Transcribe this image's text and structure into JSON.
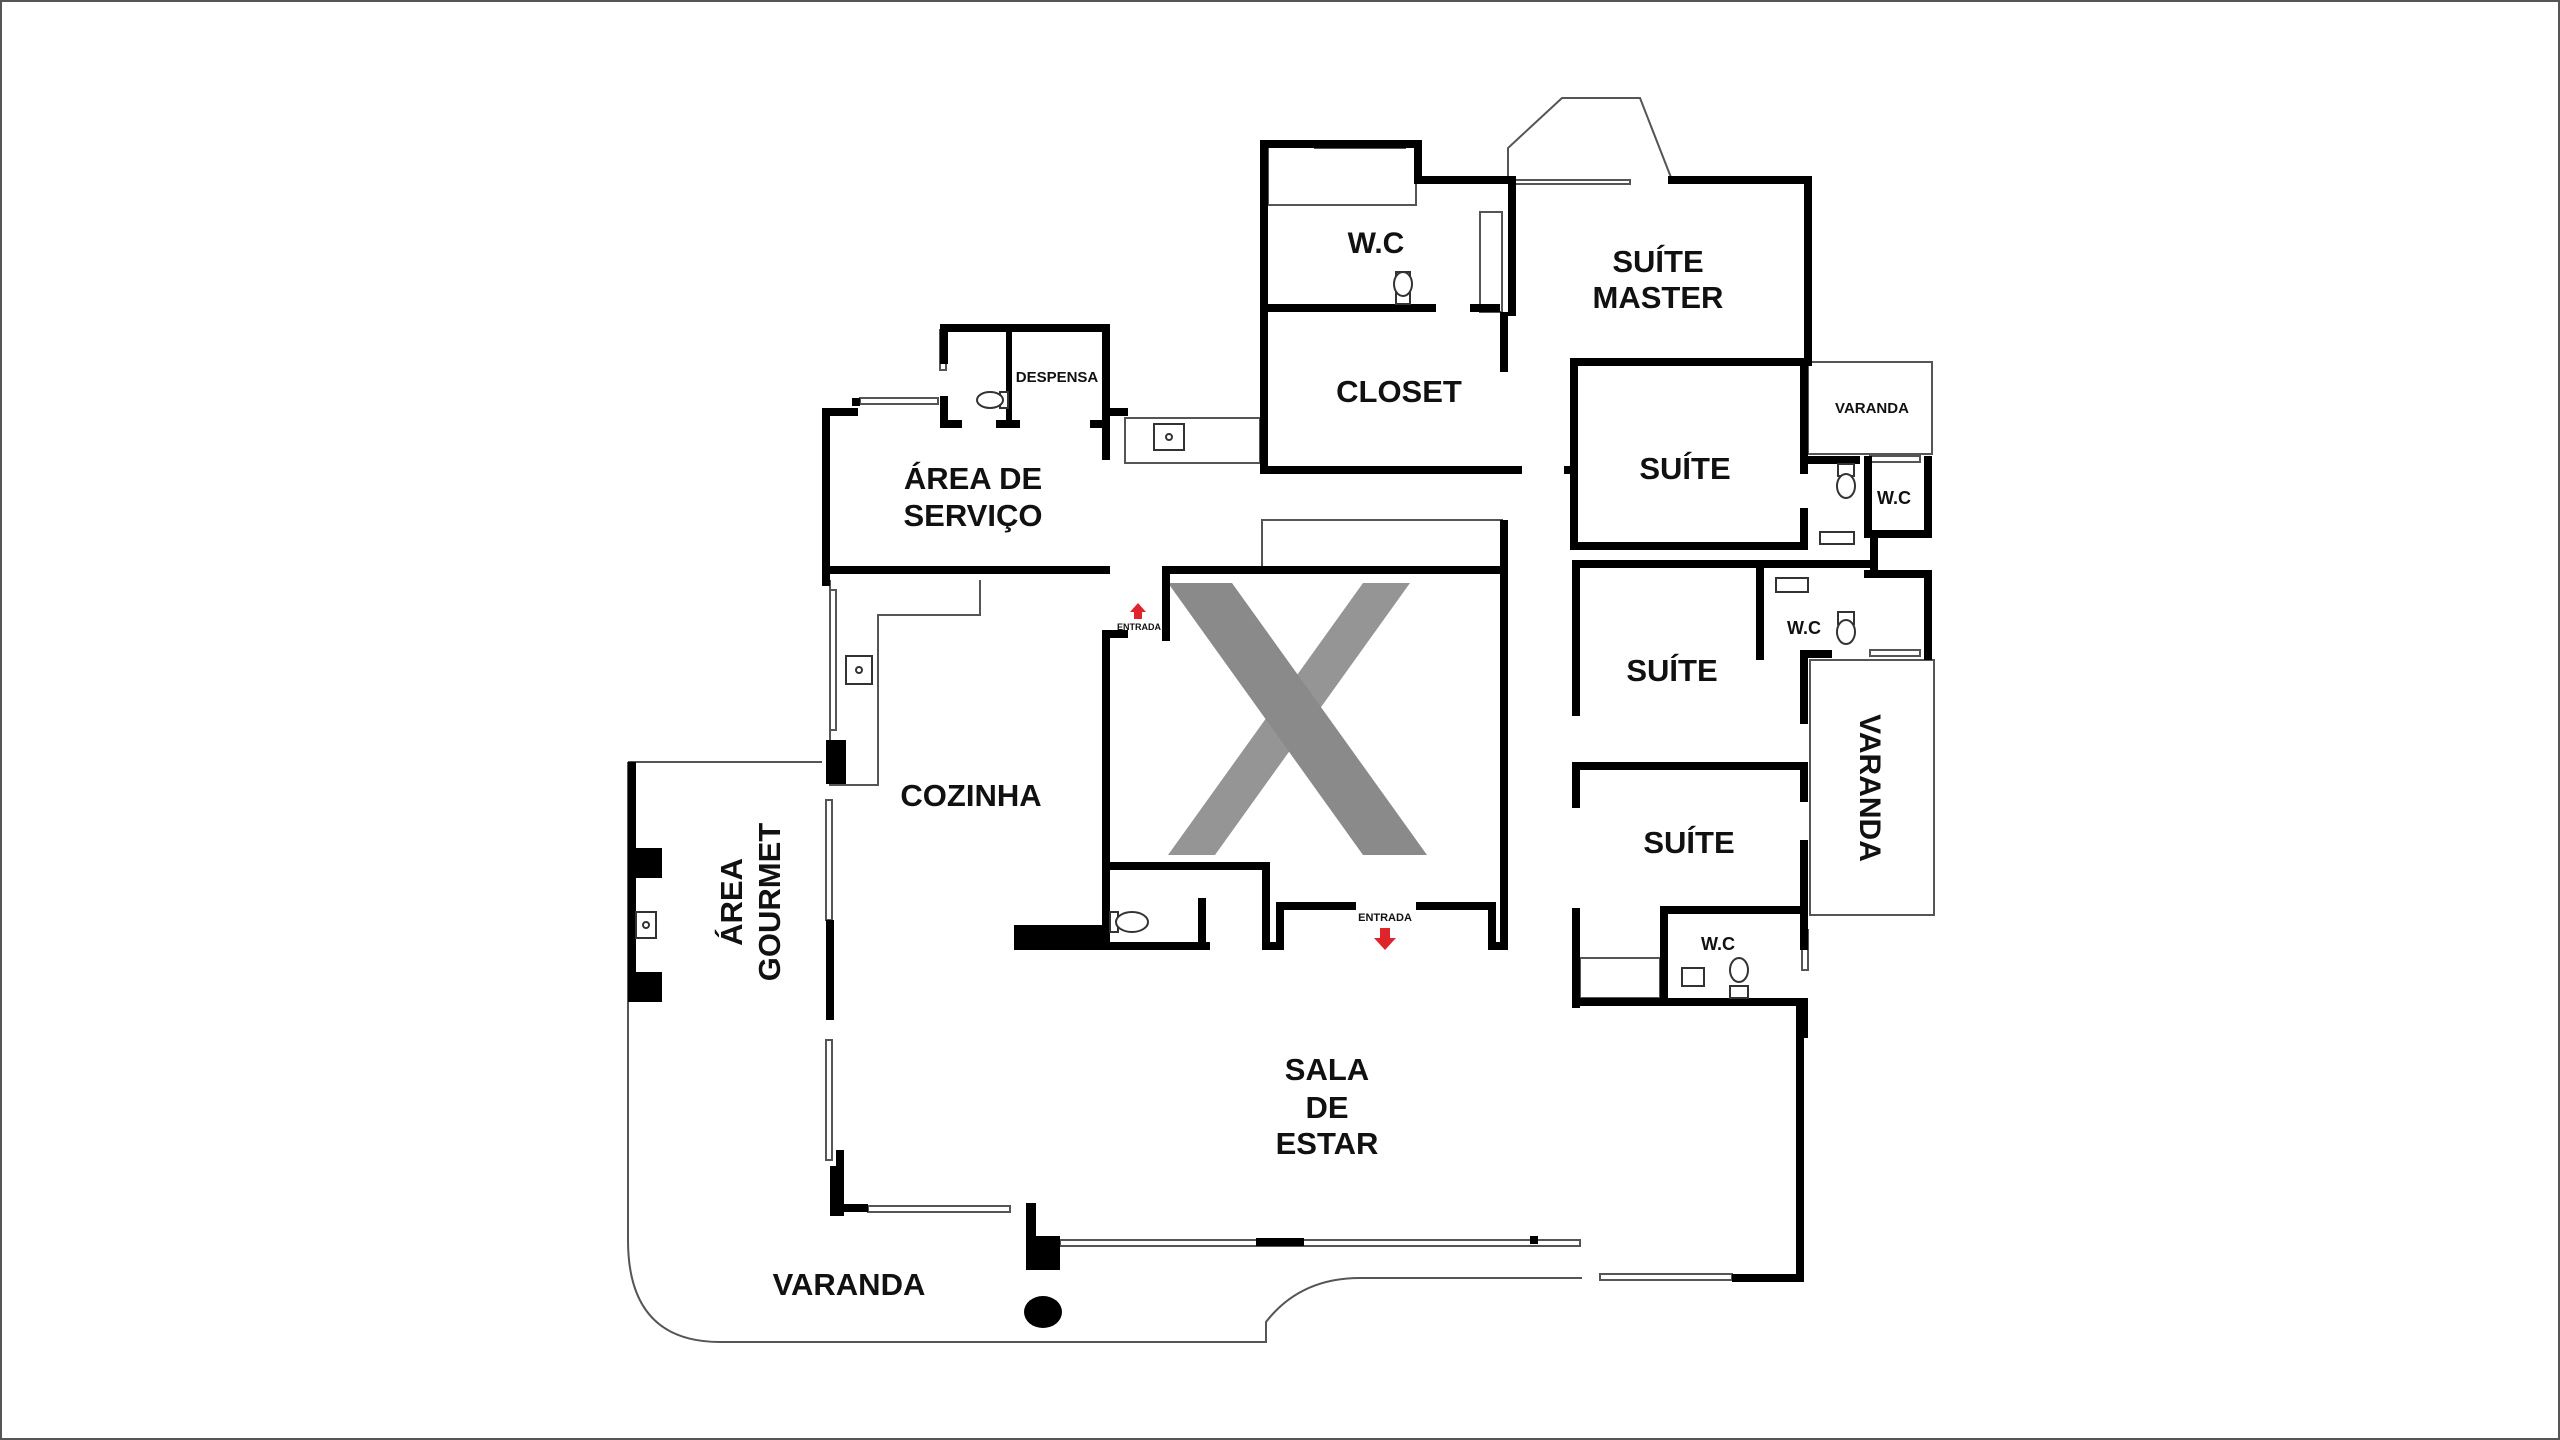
{
  "rooms": {
    "wc_master": "W.C",
    "suite_master_1": "SUÍTE",
    "suite_master_2": "MASTER",
    "despensa": "DESPENSA",
    "closet": "CLOSET",
    "area_servico_1": "ÁREA DE",
    "area_servico_2": "SERVIÇO",
    "varanda_small": "VARANDA",
    "suite_1": "SUÍTE",
    "wc_suite_1": "W.C",
    "suite_2": "SUÍTE",
    "wc_suite_2": "W.C",
    "varanda_side": "VARANDA",
    "cozinha": "COZINHA",
    "area_gourmet_1": "ÁREA",
    "area_gourmet_2": "GOURMET",
    "suite_3": "SUÍTE",
    "wc_suite_3": "W.C",
    "sala_1": "SALA",
    "sala_2": "DE",
    "sala_3": "ESTAR",
    "varanda_front": "VARANDA"
  },
  "markers": {
    "entrada_service": "ENTRADA",
    "entrada_main": "ENTRADA"
  },
  "colors": {
    "wall": "#000000",
    "arrow": "#e0242c",
    "watermark": "#8a8a8a",
    "frame": "#555555"
  },
  "icons": [
    "toilet-icon",
    "sink-icon",
    "arrow-up-icon",
    "arrow-down-icon",
    "watermark-x-icon",
    "column-icon"
  ]
}
